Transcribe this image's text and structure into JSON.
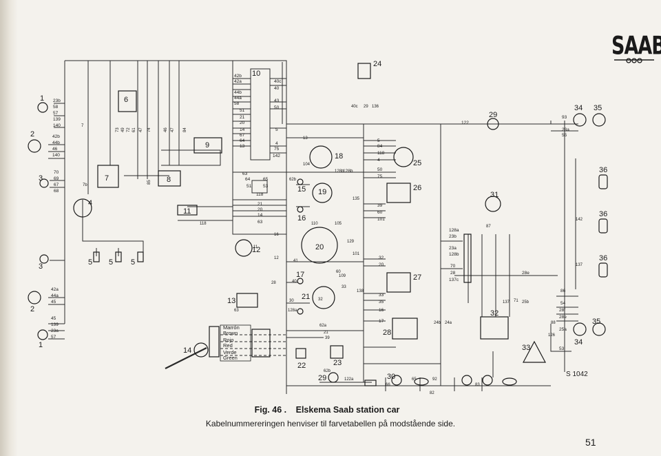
{
  "logo": {
    "text": "SAAB"
  },
  "figure": {
    "number": "Fig. 46 .",
    "title": "Elskema Saab station car",
    "note": "Kabelnummereringen henviser til farvetabellen på modstående side."
  },
  "page_number": "51",
  "diagram_code": "S 1042",
  "switch_legend": [
    {
      "lang1": "Marrón",
      "lang2": "Brown"
    },
    {
      "lang1": "Rojo",
      "lang2": "Red"
    },
    {
      "lang1": "Verde",
      "lang2": "Green"
    }
  ],
  "components": {
    "c1": "1",
    "c2": "2",
    "c3": "3",
    "c4": "4",
    "c5": "5",
    "c6": "6",
    "c7": "7",
    "c8": "8",
    "c9": "9",
    "c10": "10",
    "c11": "11",
    "c12": "12",
    "c13": "13",
    "c14": "14",
    "c15": "15",
    "c16": "16",
    "c17": "17",
    "c18": "18",
    "c19": "19",
    "c20": "20",
    "c21": "21",
    "c22": "22",
    "c23": "23",
    "c24": "24",
    "c25": "25",
    "c26": "26",
    "c27": "27",
    "c28": "28",
    "c29": "29",
    "c30": "30",
    "c31": "31",
    "c32": "32",
    "c33": "33",
    "c34": "34",
    "c35": "35",
    "c36": "36"
  },
  "wire_labels": {
    "left_top": [
      "23b",
      "58",
      "57",
      "139",
      "140"
    ],
    "left_2": [
      "42b",
      "44b",
      "46",
      "140"
    ],
    "left_3": [
      "70",
      "69",
      "67",
      "68"
    ],
    "left_bottom": [
      "42a",
      "44a",
      "45"
    ],
    "left_low": [
      "45",
      "139",
      "23a",
      "57"
    ],
    "fuse_block": [
      "42b",
      "42a",
      "44b",
      "44a",
      "58",
      "51",
      "21",
      "20",
      "14",
      "67",
      "64",
      "13"
    ],
    "fuse_right": [
      "40c",
      "40",
      "43",
      "50",
      "5",
      "4",
      "75",
      "142"
    ],
    "vertical_bundle": [
      "73",
      "49",
      "72",
      "61",
      "47",
      "74",
      "46",
      "47",
      "84",
      "85"
    ],
    "relay_box": [
      "63",
      "64",
      "65",
      "51",
      "53",
      "118"
    ],
    "mid_list": [
      "21",
      "20",
      "14",
      "63"
    ],
    "center_right": [
      "5",
      "84",
      "118",
      "4",
      "50",
      "75",
      "128b",
      "39",
      "60",
      "101"
    ],
    "lower_mid": [
      "32",
      "20",
      "33",
      "35",
      "16",
      "17"
    ],
    "conn_block": [
      "128a",
      "23b",
      "23a",
      "128b",
      "70",
      "28",
      "137c"
    ],
    "right_top": [
      "93",
      "28a",
      "55",
      "122"
    ],
    "right_bottom": [
      "86",
      "54",
      "28f",
      "28e",
      "25a",
      "53",
      "28e"
    ],
    "misc": [
      "7",
      "7b",
      "118",
      "13",
      "104",
      "62b",
      "128b",
      "110",
      "105",
      "129",
      "101",
      "60",
      "135",
      "41",
      "40",
      "30",
      "128a",
      "62a",
      "21",
      "39",
      "62b",
      "122a",
      "66",
      "65",
      "82",
      "83",
      "92",
      "24b",
      "24a",
      "137",
      "25b",
      "71",
      "88",
      "87",
      "142",
      "137",
      "40c",
      "29",
      "136",
      "126",
      "109",
      "32",
      "33",
      "138",
      "28",
      "63",
      "12",
      "16",
      "11"
    ]
  }
}
